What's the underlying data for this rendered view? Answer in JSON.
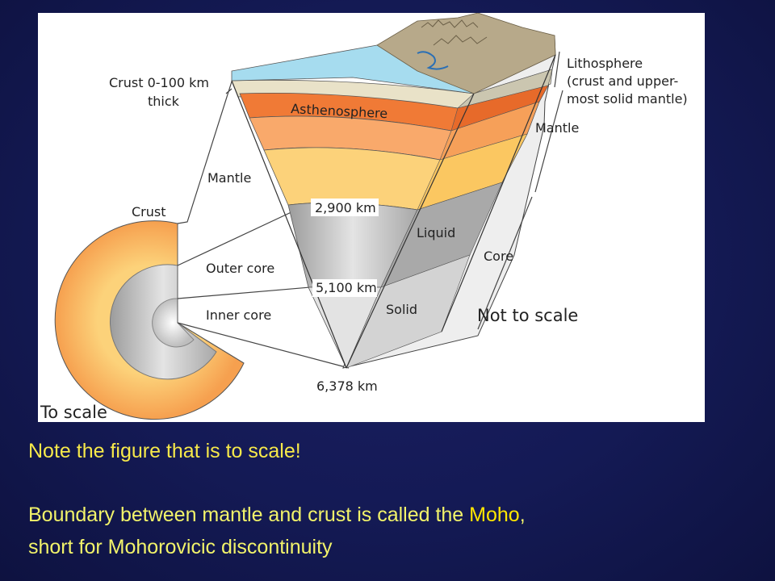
{
  "figure": {
    "labels": {
      "crust_range": "Crust 0-100 km",
      "crust_range_thick": "thick",
      "mantle_left": "Mantle",
      "crust_left": "Crust",
      "outer_core": "Outer core",
      "inner_core": "Inner core",
      "to_scale": "To scale",
      "asthenosphere": "Asthenosphere",
      "depth_2900": "2,900 km",
      "depth_5100": "5,100 km",
      "depth_6378": "6,378 km",
      "liquid": "Liquid",
      "solid": "Solid",
      "lithosphere_1": "Lithosphere",
      "lithosphere_2": "(crust and upper-",
      "lithosphere_3": "most solid mantle)",
      "mantle_right": "Mantle",
      "core_right": "Core",
      "not_to_scale": "Not to scale"
    },
    "colors": {
      "asthenosphere": "#f07a36",
      "upper_mantle": "#f9a96b",
      "lower_mantle": "#fcd27a",
      "outer_core": "#b9b9b9",
      "inner_core": "#e6e6e6",
      "ocean": "#a6dcef",
      "land": "#b7a98a"
    }
  },
  "caption": "Note the figure that is to scale!",
  "body": {
    "line1_prefix": "Boundary between mantle and crust is called the ",
    "line1_term": "Moho",
    "line1_suffix": ",",
    "line2": "short for Mohorovicic discontinuity"
  }
}
